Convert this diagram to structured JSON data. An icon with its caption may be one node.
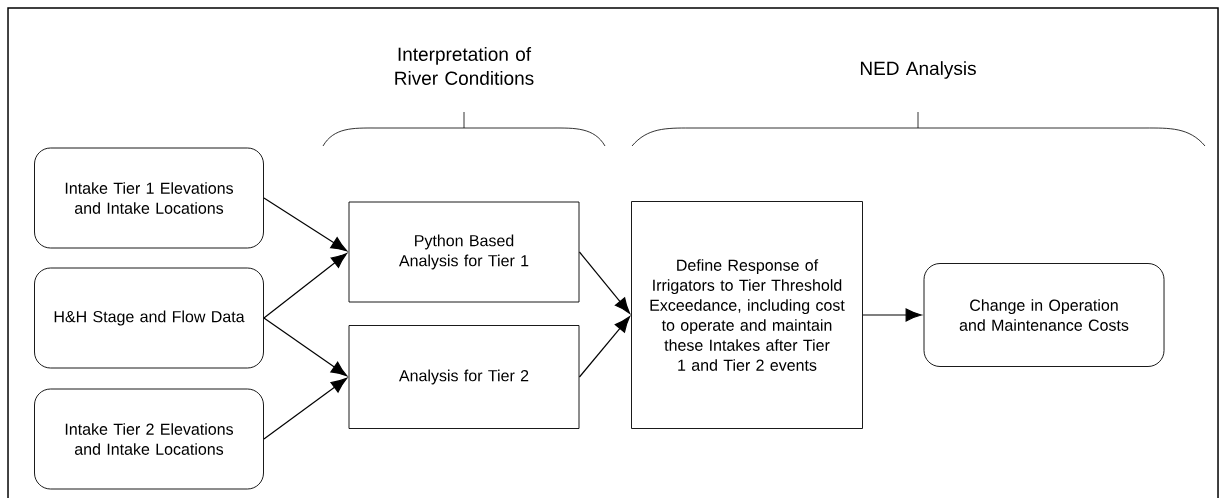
{
  "diagram": {
    "nodes": [
      {
        "text": [
          "Intake Tier 1 Elevations and Intake Locations"
        ]
      },
      {
        "text": [
          "H&H Stage and Flow Data"
        ]
      },
      {
        "text": [
          "Intake Tier 2 Elevations and Intake Locations"
        ]
      },
      {
        "text": [
          "Python Based Analysis for Tier 1"
        ]
      },
      {
        "text": [
          "Analysis for Tier 2"
        ]
      },
      {
        "text": [
          "Define Response of Irrigators to Tier Threshold Exceedance, including cost to operate and maintain these Intakes after Tier 1 and Tier 2 events"
        ]
      },
      {
        "text": [
          "Change in Operation and Maintenance Costs"
        ]
      }
    ],
    "edges": [
      {
        "from": 0,
        "to": 3,
        "arrow": "to"
      },
      {
        "from": 1,
        "to": 3,
        "arrow": "to"
      },
      {
        "from": 1,
        "to": 4,
        "arrow": "to"
      },
      {
        "from": 2,
        "to": 4,
        "arrow": "to"
      },
      {
        "from": 3,
        "to": 5,
        "arrow": "to"
      },
      {
        "from": 4,
        "to": 5,
        "arrow": "to"
      },
      {
        "from": 5,
        "to": 6,
        "arrow": "to"
      }
    ],
    "labels": [
      "Interpretation of River Conditions",
      "NED Analysis"
    ]
  }
}
